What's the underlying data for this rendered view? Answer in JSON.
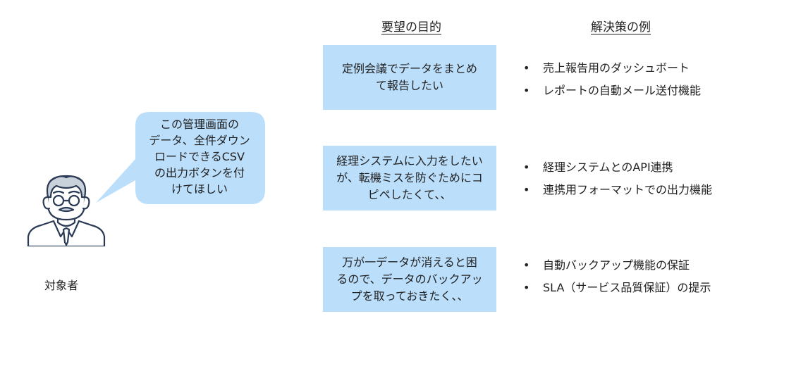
{
  "headers": {
    "purpose": "要望の目的",
    "solutions": "解決策の例"
  },
  "person": {
    "label": "対象者"
  },
  "bubble": {
    "lines": [
      "この管理画面の",
      "データ、全件ダウン",
      "ロードできるCSV",
      "の出力ボタンを付",
      "けてほしい"
    ]
  },
  "rows": [
    {
      "purpose_lines": [
        "定例会議でデータをまとめ",
        "て報告したい"
      ],
      "solutions": [
        "売上報告用のダッシュボート",
        "レポートの自動メール送付機能"
      ]
    },
    {
      "purpose_lines": [
        "経理システムに入力をしたい",
        "が、転機ミスを防ぐためにコ",
        "ピペしたくて、、"
      ],
      "solutions": [
        "経理システムとのAPI連携",
        "連携用フォーマットでの出力機能"
      ]
    },
    {
      "purpose_lines": [
        "万が一データが消えると困",
        "るので、データのバックアッ",
        "プを取っておきたく、、"
      ],
      "solutions": [
        "自動バックアップ機能の保証",
        "SLA（サービス品質保証）の提示"
      ]
    }
  ],
  "bullet_char": "•",
  "colors": {
    "box_fill": "#bbdefb",
    "bubble_fill": "#bbdefb",
    "icon_stroke": "#2b3a55",
    "icon_fill": "#ffffff"
  }
}
